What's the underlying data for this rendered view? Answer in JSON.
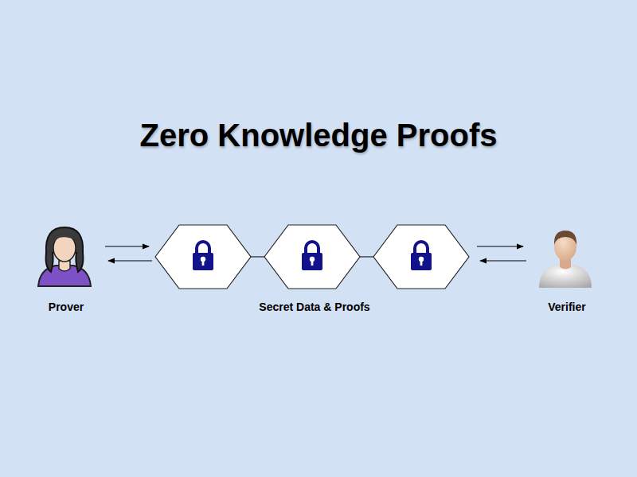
{
  "diagram": {
    "title": "Zero Knowledge Proofs",
    "nodes": [
      {
        "text": [
          "Prover"
        ]
      },
      {
        "text": [
          "Secret Data & Proofs"
        ]
      },
      {
        "text": [
          "Verifier"
        ]
      }
    ],
    "edges": [
      {
        "from": 0,
        "to": 1,
        "arrow": "to"
      },
      {
        "from": 1,
        "to": 0,
        "arrow": "to"
      },
      {
        "from": 1,
        "to": 2,
        "arrow": "to"
      },
      {
        "from": 2,
        "to": 1,
        "arrow": "to"
      }
    ]
  }
}
